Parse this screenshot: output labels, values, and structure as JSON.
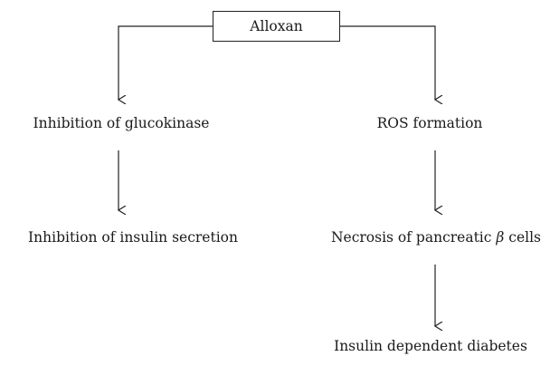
{
  "diagram": {
    "root": "Alloxan",
    "left_branch": {
      "step1": "Inhibition of glucokinase",
      "step2": "Inhibition of insulin secretion"
    },
    "right_branch": {
      "step1": "ROS formation",
      "step2_prefix": "Necrosis of pancreatic",
      "step2_symbol": "β",
      "step2_suffix": "cells",
      "step3": "Insulin dependent diabetes"
    }
  }
}
